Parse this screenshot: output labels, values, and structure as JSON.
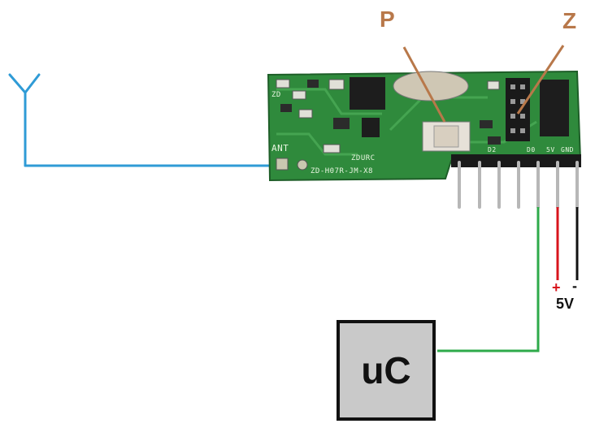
{
  "labels": {
    "p": "P",
    "z": "Z",
    "plus": "+",
    "minus": "-",
    "voltage": "5V",
    "uc": "uC"
  },
  "pcb_text": {
    "ant": "ANT",
    "model": "ZD-H07R-JM-X8",
    "brand": "ZDURC",
    "zd": "ZD",
    "pin_d2": "D2",
    "pin_d0": "D0",
    "pin_5v": "5V",
    "pin_gnd": "GND"
  },
  "colors": {
    "antenna_wire": "#2f9bd6",
    "signal_wire": "#2eaa4a",
    "power_plus_wire": "#d8141c",
    "power_minus_wire": "#111111",
    "label_brown": "#b8784a",
    "pcb_green": "#2f8a3c",
    "uc_fill": "#c9c9c9"
  }
}
